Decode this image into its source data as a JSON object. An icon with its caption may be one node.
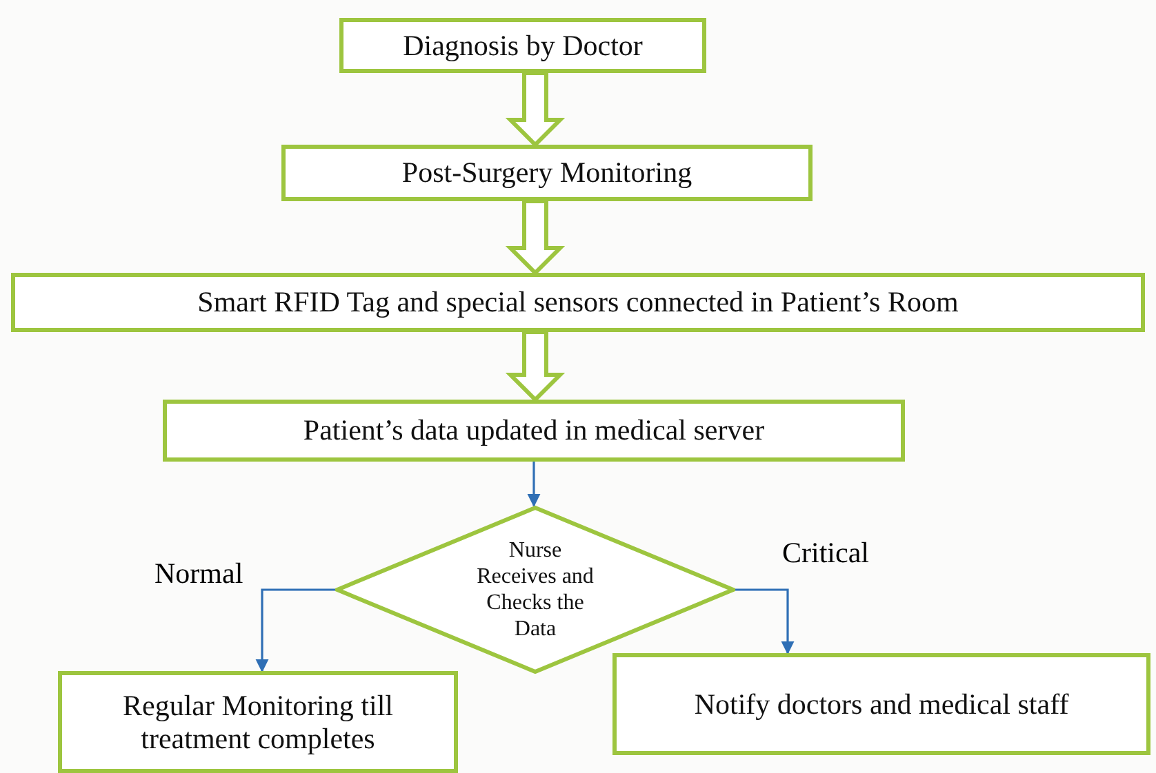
{
  "diagram": {
    "nodes": [
      {
        "text": [
          "Diagnosis by Doctor"
        ]
      },
      {
        "text": [
          "Post-Surgery Monitoring"
        ]
      },
      {
        "text": [
          "Smart RFID Tag and special sensors connected in Patient’s Room"
        ]
      },
      {
        "text": [
          "Patient’s data updated in medical server"
        ]
      },
      {
        "text": [
          "Nurse Receives and Checks the Data"
        ]
      },
      {
        "text": [
          "Regular Monitoring till treatment completes"
        ]
      },
      {
        "text": [
          "Notify doctors and medical staff"
        ]
      }
    ],
    "edges": [
      {
        "from": 0,
        "to": 1,
        "arrow": "to",
        "style": "thick"
      },
      {
        "from": 1,
        "to": 2,
        "arrow": "to",
        "style": "thick"
      },
      {
        "from": 2,
        "to": 3,
        "arrow": "to",
        "style": "thick"
      },
      {
        "from": 3,
        "to": 4,
        "arrow": "to",
        "color": "#2f6fb5"
      },
      {
        "from": 4,
        "to": 5,
        "arrow": "to",
        "label": "Normal",
        "color": "#2f6fb5"
      },
      {
        "from": 4,
        "to": 6,
        "arrow": "to",
        "label": "Critical",
        "color": "#2f6fb5"
      }
    ]
  }
}
